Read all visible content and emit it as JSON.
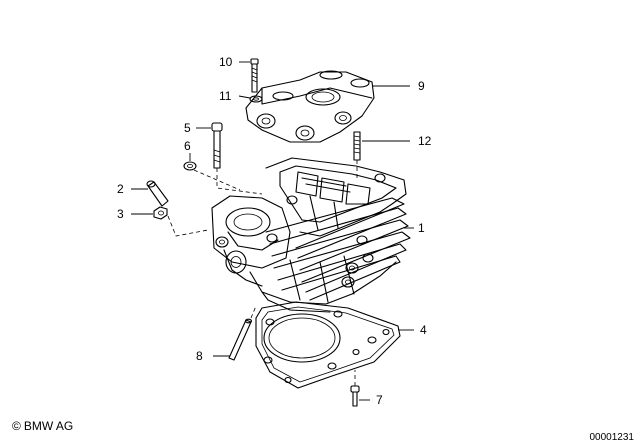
{
  "callouts": [
    "1",
    "2",
    "3",
    "4",
    "5",
    "6",
    "7",
    "8",
    "9",
    "10",
    "11",
    "12"
  ],
  "footer": {
    "copyright_symbol": "©",
    "copyright_text": "BMW AG",
    "document_number": "00001231"
  }
}
